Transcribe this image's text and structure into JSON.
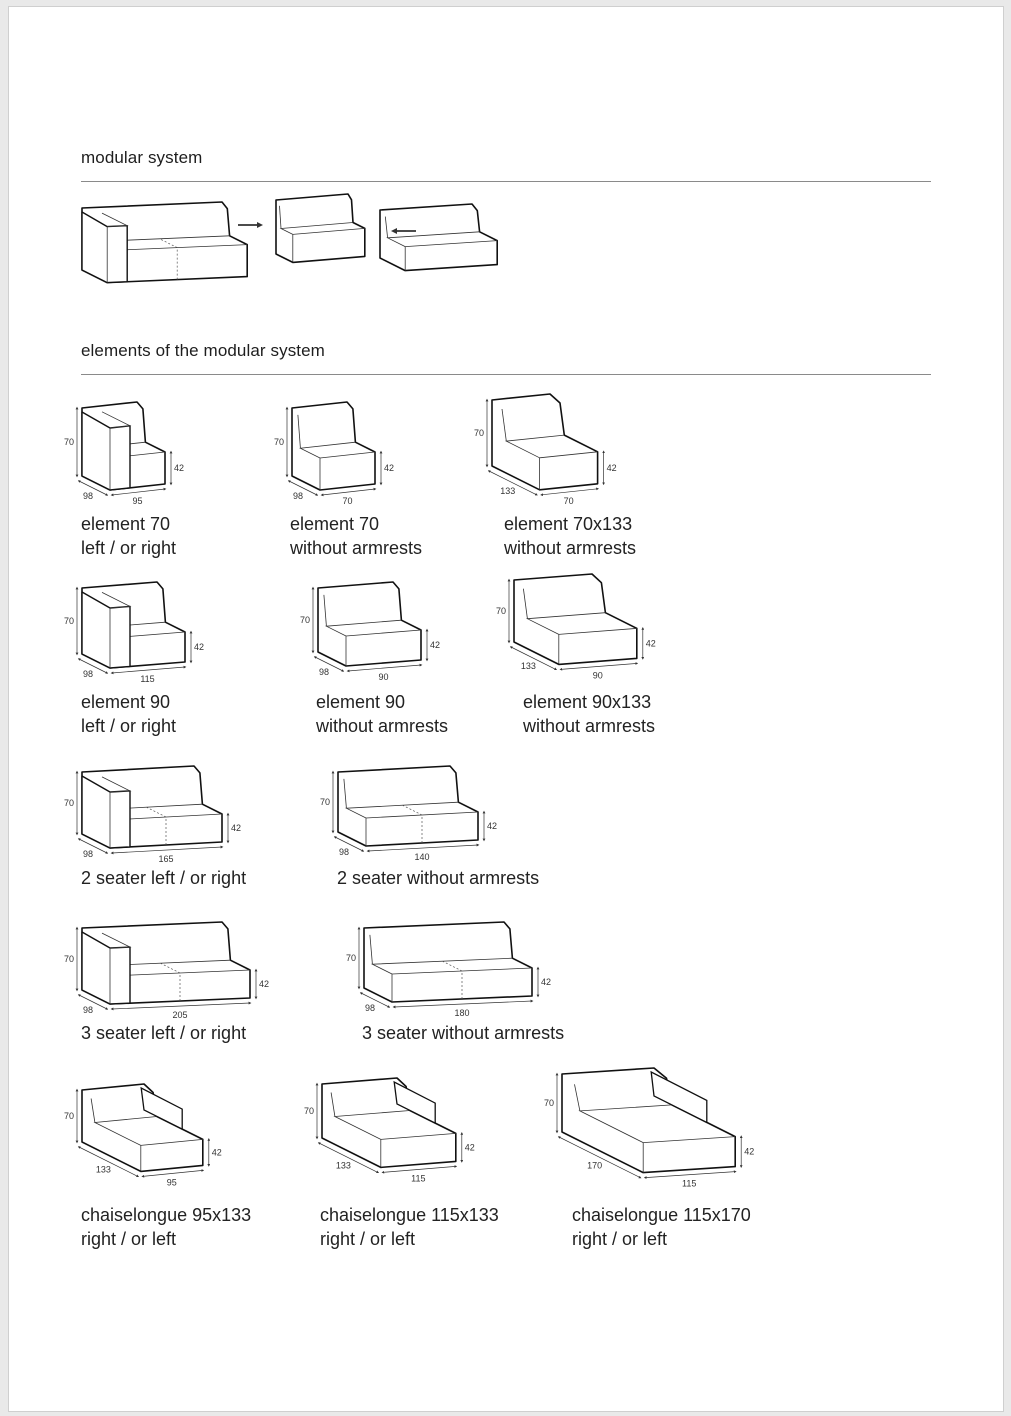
{
  "sections": {
    "modular_title": "modular system",
    "elements_title": "elements of the modular system"
  },
  "elements": [
    {
      "line1": "element 70",
      "line2": "left / or right",
      "type": "arm",
      "dims": {
        "height": "70",
        "seat": "42",
        "depth": "98",
        "width": "95"
      }
    },
    {
      "line1": "element 70",
      "line2": "without armrests",
      "type": "noarm",
      "dims": {
        "height": "70",
        "seat": "42",
        "depth": "98",
        "width": "70"
      }
    },
    {
      "line1": "element 70x133",
      "line2": "without armrests",
      "type": "noarm",
      "dims": {
        "height": "70",
        "seat": "42",
        "depth": "133",
        "width": "70"
      }
    },
    {
      "line1": "element 90",
      "line2": "left / or right",
      "type": "arm",
      "dims": {
        "height": "70",
        "seat": "42",
        "depth": "98",
        "width": "115"
      }
    },
    {
      "line1": "element 90",
      "line2": "without armrests",
      "type": "noarm",
      "dims": {
        "height": "70",
        "seat": "42",
        "depth": "98",
        "width": "90"
      }
    },
    {
      "line1": "element 90x133",
      "line2": "without armrests",
      "type": "noarm",
      "dims": {
        "height": "70",
        "seat": "42",
        "depth": "133",
        "width": "90"
      }
    },
    {
      "line1": "2 seater left / or right",
      "line2": "",
      "type": "arm",
      "dims": {
        "height": "70",
        "seat": "42",
        "depth": "98",
        "width": "165"
      }
    },
    {
      "line1": "2 seater without armrests",
      "line2": "",
      "type": "noarm",
      "dims": {
        "height": "70",
        "seat": "42",
        "depth": "98",
        "width": "140"
      }
    },
    {
      "line1": "3 seater left / or right",
      "line2": "",
      "type": "arm",
      "dims": {
        "height": "70",
        "seat": "42",
        "depth": "98",
        "width": "205"
      }
    },
    {
      "line1": "3 seater without armrests",
      "line2": "",
      "type": "noarm",
      "dims": {
        "height": "70",
        "seat": "42",
        "depth": "98",
        "width": "180"
      }
    },
    {
      "line1": "chaiselongue 95x133",
      "line2": "right / or left",
      "type": "chaise",
      "dims": {
        "height": "70",
        "seat": "42",
        "depth": "133",
        "width": "95"
      }
    },
    {
      "line1": "chaiselongue 115x133",
      "line2": "right / or left",
      "type": "chaise",
      "dims": {
        "height": "70",
        "seat": "42",
        "depth": "133",
        "width": "115"
      }
    },
    {
      "line1": "chaiselongue 115x170",
      "line2": "right / or left",
      "type": "chaise",
      "dims": {
        "height": "70",
        "seat": "42",
        "depth": "170",
        "width": "115"
      }
    }
  ]
}
